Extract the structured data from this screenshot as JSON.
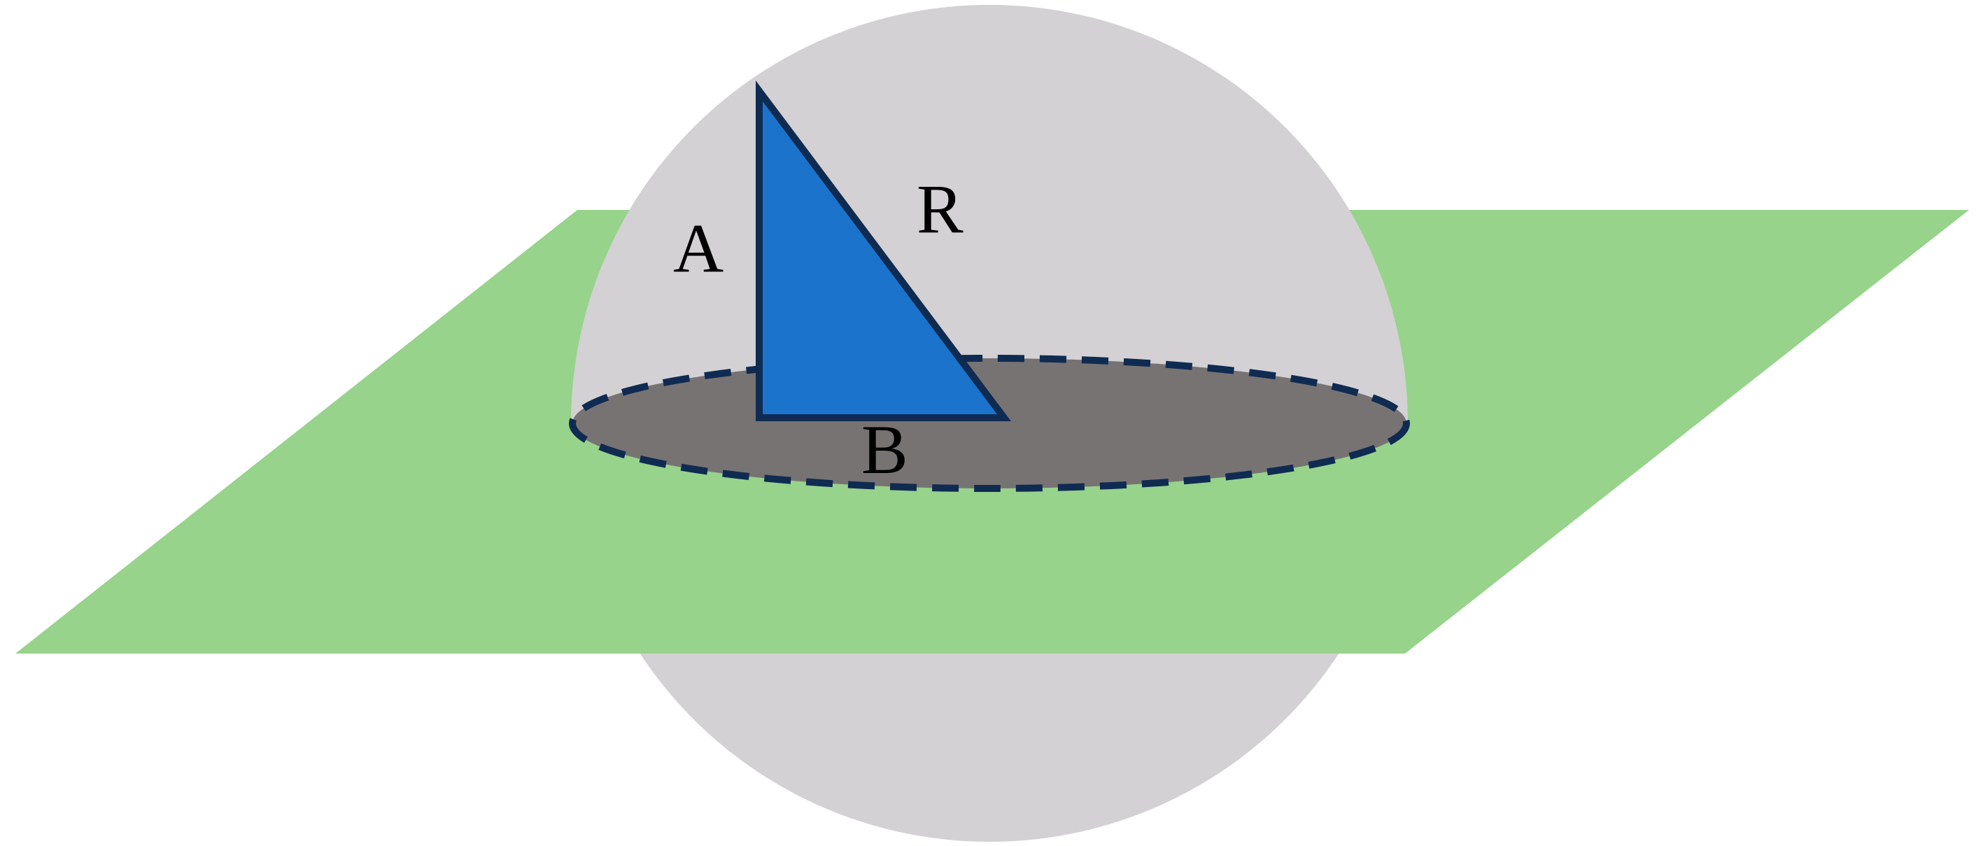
{
  "labels": {
    "a": "A",
    "b": "B",
    "r": "R"
  },
  "colors": {
    "sphere": "#d3d1d3",
    "plane": "#97d38b",
    "cross_section": "#787373",
    "cross_section_outline": "#0f2b52",
    "triangle_fill": "#1b73cc",
    "triangle_outline": "#0f2b52",
    "label_text": "#000000"
  }
}
